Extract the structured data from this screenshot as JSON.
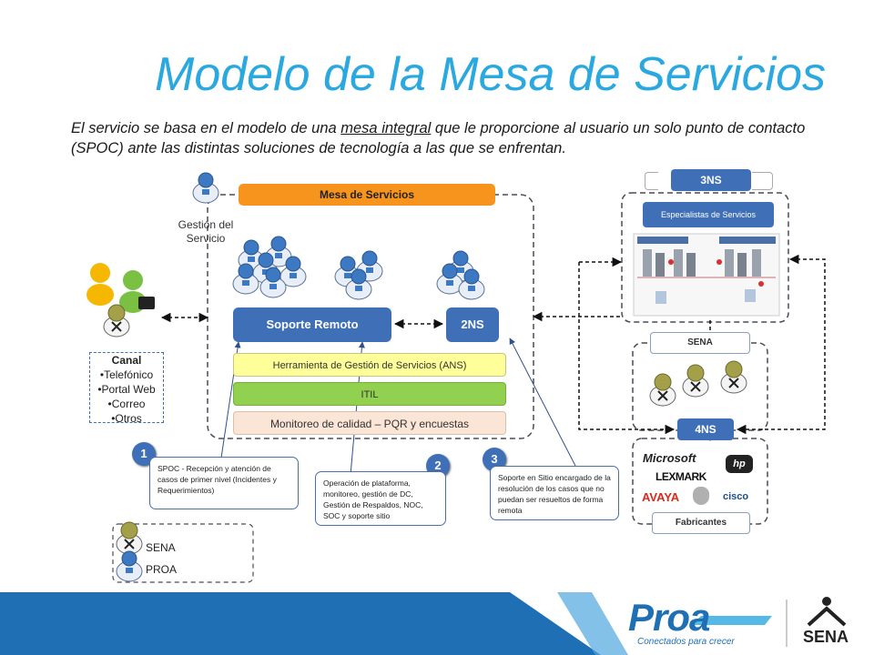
{
  "title": "Modelo de la Mesa de Servicios",
  "subtitle": {
    "part1": "El servicio se basa en el modelo de una ",
    "underlined": "mesa integral",
    "part2": " que le proporcione al usuario un solo punto de contacto (SPOC) ante las distintas soluciones de tecnología a las que se enfrentan."
  },
  "gestion": {
    "label": "Gestión del Servicio"
  },
  "mesa": {
    "header": "Mesa de Servicios",
    "soporte_remoto": "Soporte Remoto",
    "ns2": "2NS",
    "herramienta": "Herramienta de Gestión de Servicios (ANS)",
    "itil": "ITIL",
    "monitoreo": "Monitoreo de calidad – PQR y encuestas"
  },
  "canal": {
    "title": "Canal",
    "items": [
      "•Telefónico",
      "•Portal Web",
      "•Correo",
      "•Otros"
    ]
  },
  "right": {
    "ns3": "3NS",
    "especialistas": "Especialistas de Servicios",
    "sena": "SENA",
    "ns4": "4NS",
    "fabricantes": "Fabricantes",
    "brands": [
      "Microsoft",
      "hp",
      "LEXMARK",
      "AVAYA",
      "cisco"
    ]
  },
  "notes": [
    {
      "num": "1",
      "text": "SPOC - Recepción y atención de casos de primer nivel (Incidentes y Requerimientos)"
    },
    {
      "num": "2",
      "text": "Operación de plataforma, monitoreo, gestión de DC, Gestión de Respaldos, NOC, SOC y soporte sitio"
    },
    {
      "num": "3",
      "text": "Soporte en Sitio encargado de la resolución de los casos que no puedan ser resueltos de forma remota"
    }
  ],
  "legend": {
    "sena": "SENA",
    "proa": "PROA"
  },
  "footer": {
    "proa": "Proa",
    "tagline": "Conectados para crecer",
    "sena": "SENA"
  },
  "colors": {
    "title": "#2aa8e0",
    "blue": "#3f6fb6",
    "orange": "#f7941d",
    "yellow": "#ffff99",
    "green": "#92d050",
    "peach": "#fbe5d6"
  }
}
